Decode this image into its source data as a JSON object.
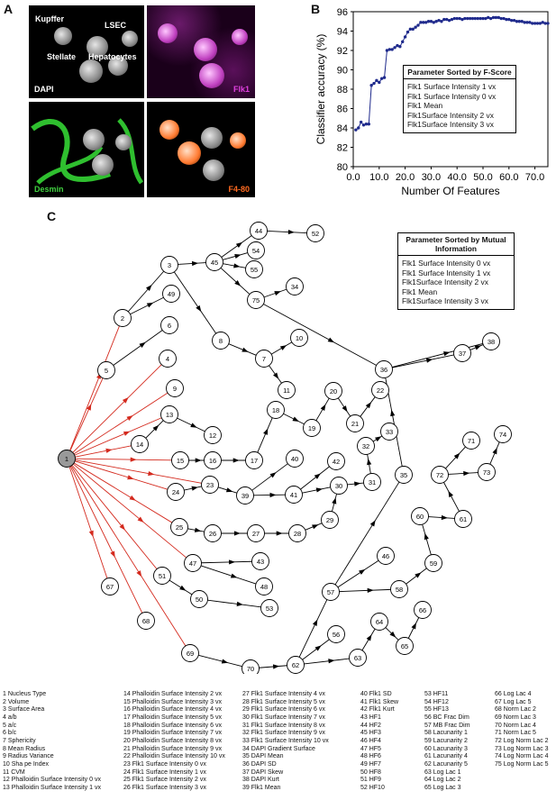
{
  "panels": {
    "a": "A",
    "b": "B",
    "c": "C"
  },
  "panel_a": {
    "tiles": [
      {
        "label": "DAPI",
        "color": "#ffffff",
        "tint": "gray",
        "cell_labels": [
          "Kupffer",
          "LSEC",
          "Stellate",
          "Hepatocytes"
        ]
      },
      {
        "label": "Flk1",
        "color": "#e040e0",
        "tint": "magenta",
        "cell_labels": []
      },
      {
        "label": "Desmin",
        "color": "#40d040",
        "tint": "green",
        "cell_labels": []
      },
      {
        "label": "F4-80",
        "color": "#ff6a20",
        "tint": "orange",
        "cell_labels": []
      }
    ]
  },
  "chart_data": {
    "type": "line",
    "title": "",
    "xlabel": "Number Of Features",
    "ylabel": "Classifier accuracy (%)",
    "xlim": [
      0,
      75
    ],
    "ylim": [
      80,
      96
    ],
    "xticks": [
      "0.0",
      "10.0",
      "20.0",
      "30.0",
      "40.0",
      "50.0",
      "60.0",
      "70.0"
    ],
    "yticks": [
      "80",
      "82",
      "84",
      "86",
      "88",
      "90",
      "92",
      "94",
      "96"
    ],
    "color": "#1f2a8c",
    "x": [
      1,
      2,
      3,
      4,
      5,
      6,
      7,
      8,
      9,
      10,
      11,
      12,
      13,
      14,
      15,
      16,
      17,
      18,
      19,
      20,
      21,
      22,
      23,
      24,
      25,
      26,
      27,
      28,
      29,
      30,
      31,
      32,
      33,
      34,
      35,
      36,
      37,
      38,
      39,
      40,
      41,
      42,
      43,
      44,
      45,
      46,
      47,
      48,
      49,
      50,
      51,
      52,
      53,
      54,
      55,
      56,
      57,
      58,
      59,
      60,
      61,
      62,
      63,
      64,
      65,
      66,
      67,
      68,
      69,
      70,
      71,
      72,
      73,
      74,
      75
    ],
    "y": [
      83.8,
      84.0,
      84.6,
      84.3,
      84.4,
      84.4,
      88.4,
      88.6,
      88.9,
      88.7,
      89.1,
      89.2,
      92.0,
      92.1,
      92.1,
      92.3,
      92.5,
      92.4,
      92.9,
      93.4,
      93.9,
      94.2,
      94.2,
      94.4,
      94.6,
      94.9,
      94.9,
      94.9,
      95.0,
      95.0,
      94.9,
      95.0,
      95.1,
      95.0,
      95.2,
      95.2,
      95.1,
      95.2,
      95.3,
      95.3,
      95.3,
      95.2,
      95.3,
      95.3,
      95.3,
      95.3,
      95.3,
      95.3,
      95.3,
      95.3,
      95.3,
      95.4,
      95.3,
      95.4,
      95.4,
      95.4,
      95.3,
      95.3,
      95.2,
      95.2,
      95.1,
      95.1,
      95.0,
      95.0,
      95.0,
      94.9,
      94.9,
      94.9,
      94.8,
      94.8,
      94.8,
      94.8,
      94.9,
      94.8,
      94.8
    ],
    "legend": {
      "title": "Parameter Sorted by F-Score",
      "items": [
        "Flk1 Surface Intensity 1 vx",
        "Flk1 Surface Intensity 0 vx",
        "Flk1 Mean",
        "Flk1Surface Intensity 2 vx",
        "Flk1Surface Intensity 3 vx"
      ]
    }
  },
  "panel_c": {
    "legend": {
      "title": "Parameter Sorted by Mutual Information",
      "items": [
        "Flk1 Surface Intensity 0 vx",
        "Flk1 Surface Intensity 1 vx",
        "Flk1Surface Intensity 2 vx",
        "Flk1 Mean",
        "Flk1Surface Intensity 3 vx"
      ]
    },
    "root": "1",
    "red_edges": [
      [
        "1",
        "2"
      ],
      [
        "1",
        "5"
      ],
      [
        "1",
        "4"
      ],
      [
        "1",
        "9"
      ],
      [
        "1",
        "13"
      ],
      [
        "1",
        "14"
      ],
      [
        "1",
        "15"
      ],
      [
        "1",
        "24"
      ],
      [
        "1",
        "23"
      ],
      [
        "1",
        "25"
      ],
      [
        "1",
        "47"
      ],
      [
        "1",
        "51"
      ],
      [
        "1",
        "67"
      ],
      [
        "1",
        "68"
      ],
      [
        "1",
        "69"
      ]
    ],
    "black_edges": [
      [
        "2",
        "3"
      ],
      [
        "2",
        "49"
      ],
      [
        "3",
        "45"
      ],
      [
        "3",
        "8"
      ],
      [
        "45",
        "44"
      ],
      [
        "44",
        "52"
      ],
      [
        "45",
        "54"
      ],
      [
        "45",
        "55"
      ],
      [
        "45",
        "75"
      ],
      [
        "75",
        "34"
      ],
      [
        "75",
        "36"
      ],
      [
        "8",
        "7"
      ],
      [
        "7",
        "10"
      ],
      [
        "7",
        "11"
      ],
      [
        "5",
        "6"
      ],
      [
        "13",
        "12"
      ],
      [
        "14",
        "13"
      ],
      [
        "15",
        "16"
      ],
      [
        "16",
        "17"
      ],
      [
        "17",
        "18"
      ],
      [
        "18",
        "19"
      ],
      [
        "19",
        "20"
      ],
      [
        "20",
        "21"
      ],
      [
        "21",
        "22"
      ],
      [
        "24",
        "23"
      ],
      [
        "23",
        "39"
      ],
      [
        "39",
        "40"
      ],
      [
        "39",
        "41"
      ],
      [
        "41",
        "42"
      ],
      [
        "41",
        "30"
      ],
      [
        "30",
        "31"
      ],
      [
        "31",
        "32"
      ],
      [
        "32",
        "33"
      ],
      [
        "25",
        "26"
      ],
      [
        "26",
        "27"
      ],
      [
        "27",
        "28"
      ],
      [
        "28",
        "29"
      ],
      [
        "29",
        "30"
      ],
      [
        "47",
        "43"
      ],
      [
        "47",
        "48"
      ],
      [
        "51",
        "50"
      ],
      [
        "50",
        "53"
      ],
      [
        "69",
        "70"
      ],
      [
        "70",
        "62"
      ],
      [
        "62",
        "56"
      ],
      [
        "62",
        "63"
      ],
      [
        "63",
        "64"
      ],
      [
        "64",
        "65"
      ],
      [
        "65",
        "66"
      ],
      [
        "62",
        "57"
      ],
      [
        "57",
        "46"
      ],
      [
        "57",
        "58"
      ],
      [
        "58",
        "59"
      ],
      [
        "59",
        "60"
      ],
      [
        "60",
        "61"
      ],
      [
        "61",
        "72"
      ],
      [
        "72",
        "71"
      ],
      [
        "72",
        "73"
      ],
      [
        "73",
        "74"
      ],
      [
        "57",
        "35"
      ],
      [
        "35",
        "36"
      ],
      [
        "36",
        "37"
      ],
      [
        "37",
        "38"
      ],
      [
        "36",
        "38"
      ]
    ]
  },
  "parameter_key": [
    [
      "1  Nucleus Type",
      "2  Volume",
      "3  Surface Area",
      "4  a/b",
      "5  a/c",
      "6  b/c",
      "7  Sphericity",
      "8  Mean Radius",
      "9  Radius Variance",
      "10 Sha pe Index",
      "11 CVM",
      "12 Phalloidin Surface Intensity 0 vx",
      "13 Phalloidin Surface Intensity 1 vx"
    ],
    [
      "14 Phalloidin Surface Intensity 2 vx",
      "15 Phalloidin Surface Intensity 3 vx",
      "16 Phalloidin Surface Intensity 4 vx",
      "17 Phalloidin Surface Intensity 5 vx",
      "18 Phalloidin Surface Intensity 6 vx",
      "19 Phalloidin Surface Intensity 7 vx",
      "20 Phalloidin Surface Intensity 8 vx",
      "21 Phalloidin Surface Intensity 9 vx",
      "22 Phalloidin Surface Intensity 10 vx",
      "23 Flk1 Surface Intensity 0 vx",
      "24 Flk1 Surface Intensity 1 vx",
      "25 Flk1 Surface Intensity 2 vx",
      "26 Flk1 Surface Intensity 3 vx"
    ],
    [
      "27 Flk1 Surface Intensity 4 vx",
      "28 Flk1 Surface Intensity 5 vx",
      "29 Flk1 Surface Intensity 6 vx",
      "30 Flk1 Surface Intensity 7 vx",
      "31 Flk1 Surface Intensity 8 vx",
      "32 Flk1 Surface Intensity 9 vx",
      "33 Flk1 Surface Intensity 10 vx",
      "34 DAPI Gradient Surface",
      "35 DAPI Mean",
      "36 DAPI SD",
      "37 DAPI Skew",
      "38 DAPI Kurt",
      "39 Flk1 Mean"
    ],
    [
      "40 Flk1 SD",
      "41 Flk1 Skew",
      "42 Flk1 Kurt",
      "43 HF1",
      "44 HF2",
      "45 HF3",
      "46 HF4",
      "47 HF5",
      "48 HF6",
      "49 HF7",
      "50 HF8",
      "51 HF9",
      "52 HF10"
    ],
    [
      "53 HF11",
      "54 HF12",
      "55 HF13",
      "56 BC Frac Dim",
      "57 MB Frac Dim",
      "58 Lacunarity 1",
      "59 Lacunarity 2",
      "60 Lacunarity 3",
      "61 Lacunarity 4",
      "62 Lacunarity 5",
      "63 Log Lac 1",
      "64 Log Lac 2",
      "65 Log Lac 3"
    ],
    [
      "66 Log Lac 4",
      "67 Log Lac 5",
      "68 Norm Lac 2",
      "69 Norm Lac 3",
      "70 Norm Lac 4",
      "71 Norm Lac 5",
      "72 Log Norm Lac 2",
      "73 Log Norm Lac 3",
      "74 Log Norm Lac 4",
      "75 Log Norm Lac 5"
    ]
  ]
}
